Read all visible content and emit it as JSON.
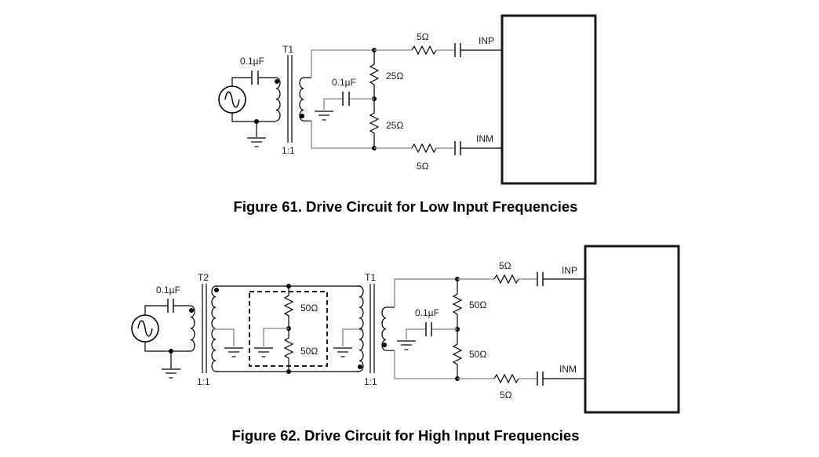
{
  "figures": [
    {
      "caption": "Figure 61.  Drive Circuit for Low Input Frequencies",
      "labels": {
        "input_cap": "0.1µF",
        "transformer": "T1",
        "ratio": "1:1",
        "center_cap": "0.1µF",
        "upper_shunt": "25Ω",
        "lower_shunt": "25Ω",
        "series_top": "5Ω",
        "series_bottom": "5Ω",
        "pin_p": "INP",
        "pin_m": "INM"
      }
    },
    {
      "caption": "Figure 62.  Drive Circuit for High Input Frequencies",
      "labels": {
        "input_cap": "0.1µF",
        "transformer_1": "T2",
        "ratio_1": "1:1",
        "mid_upper": "50Ω",
        "mid_lower": "50Ω",
        "transformer_2": "T1",
        "ratio_2": "1:1",
        "center_cap": "0.1µF",
        "upper_shunt": "50Ω",
        "lower_shunt": "50Ω",
        "series_top": "5Ω",
        "series_bottom": "5Ω",
        "pin_p": "INP",
        "pin_m": "INM"
      }
    }
  ]
}
